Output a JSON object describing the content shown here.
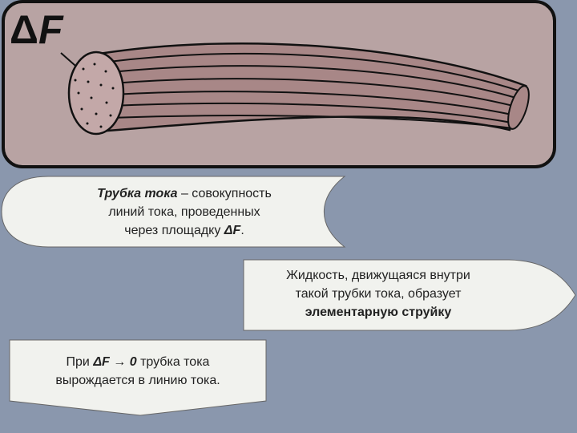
{
  "diagram": {
    "label_delta": "Δ",
    "label_f": "F"
  },
  "bubble1": {
    "l1_term": "Трубка тока",
    "l1_rest": " – совокупность",
    "l2": "линий тока, проведенных",
    "l3_pre": "через площадку ",
    "l3_sym": "ΔF",
    "l3_end": "."
  },
  "bubble2": {
    "l1": "Жидкость, движущаяся внутри",
    "l2": "такой трубки тока, образует",
    "l3": "элементарную струйку"
  },
  "bubble3": {
    "l1_pre": "При ",
    "l1_sym": "ΔF → 0",
    "l1_rest": " трубка тока",
    "l2": "вырождается в линию тока."
  }
}
